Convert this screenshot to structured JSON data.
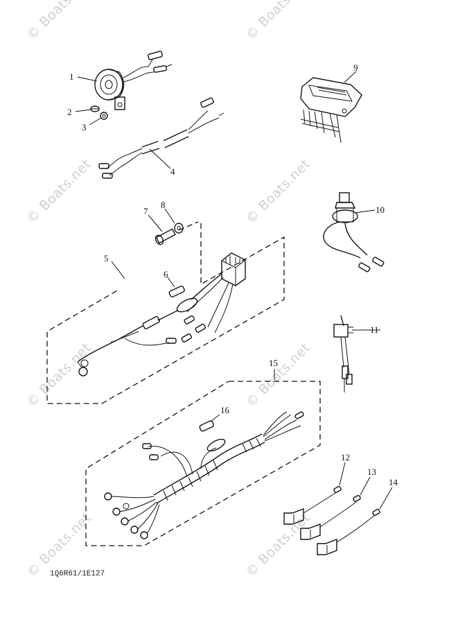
{
  "watermark": "© Boats.net",
  "diagram_code": "1Q6R61/1E127",
  "callouts": [
    "1",
    "2",
    "3",
    "4",
    "5",
    "6",
    "7",
    "8",
    "9",
    "10",
    "11",
    "12",
    "13",
    "14",
    "15",
    "16"
  ]
}
